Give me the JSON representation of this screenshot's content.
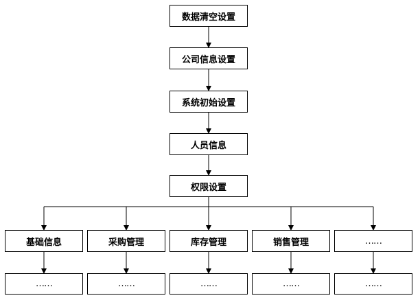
{
  "chain": [
    {
      "id": "data-clear",
      "label": "数据清空设置"
    },
    {
      "id": "company-info",
      "label": "公司信息设置"
    },
    {
      "id": "system-init",
      "label": "系统初始设置"
    },
    {
      "id": "personnel-info",
      "label": "人员信息"
    },
    {
      "id": "permissions",
      "label": "权限设置"
    }
  ],
  "modules": [
    {
      "id": "basic-info",
      "label": "基础信息",
      "child": "……"
    },
    {
      "id": "purchase-mgmt",
      "label": "采购管理",
      "child": "……"
    },
    {
      "id": "inventory-mgmt",
      "label": "库存管理",
      "child": "……"
    },
    {
      "id": "sales-mgmt",
      "label": "销售管理",
      "child": "……"
    },
    {
      "id": "more",
      "label": "……",
      "child": "……"
    }
  ]
}
